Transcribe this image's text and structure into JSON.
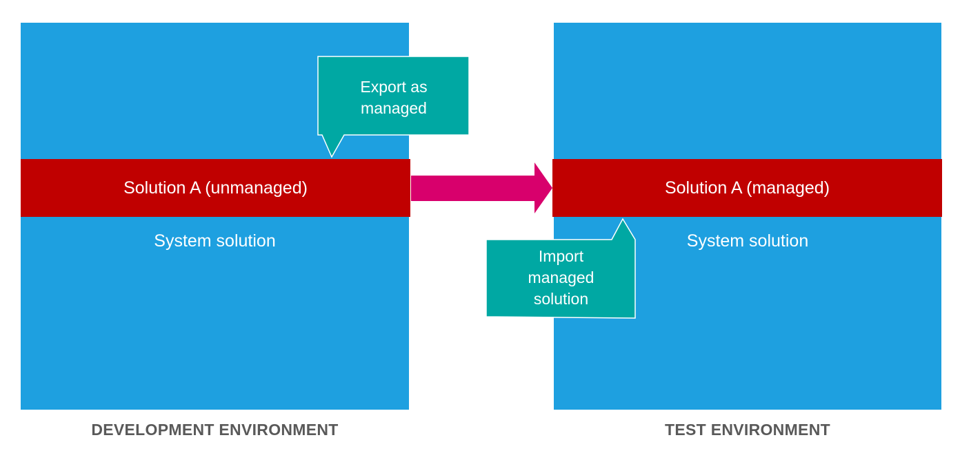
{
  "development": {
    "caption": "DEVELOPMENT ENVIRONMENT",
    "solution_label": "Solution A (unmanaged)",
    "system_label": "System solution"
  },
  "test": {
    "caption": "TEST ENVIRONMENT",
    "solution_label": "Solution A (managed)",
    "system_label": "System solution"
  },
  "callouts": {
    "export": "Export as\nmanaged",
    "import": "Import\nmanaged\nsolution"
  },
  "colors": {
    "environment": "#1ea0e0",
    "solution": "#c00000",
    "callout": "#00a8a3",
    "arrow": "#d8006c",
    "caption": "#595959"
  }
}
